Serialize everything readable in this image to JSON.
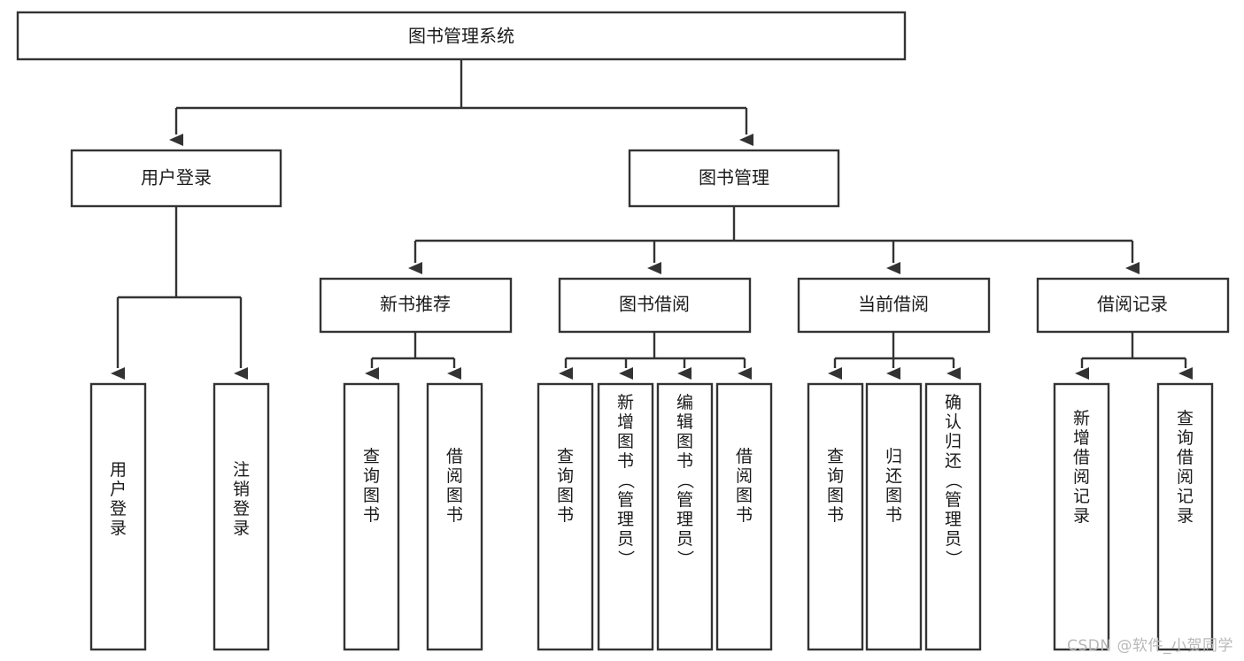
{
  "diagram": {
    "title": "图书管理系统",
    "type": "hierarchy-tree",
    "orientation": "top-down",
    "stroke_color": "#333333",
    "box_fill": "#ffffff",
    "background": "#ffffff",
    "root": {
      "label": "图书管理系统"
    },
    "level2": [
      {
        "label": "用户登录"
      },
      {
        "label": "图书管理"
      }
    ],
    "level3": [
      {
        "label": "新书推荐"
      },
      {
        "label": "图书借阅"
      },
      {
        "label": "当前借阅"
      },
      {
        "label": "借阅记录"
      }
    ],
    "leaves": {
      "user_login": [
        {
          "label": "用户登录"
        },
        {
          "label": "注销登录"
        }
      ],
      "new_book_recommend": [
        {
          "label": "查询图书"
        },
        {
          "label": "借阅图书"
        }
      ],
      "book_borrow": [
        {
          "label": "查询图书"
        },
        {
          "label": "新增图书（管理员）"
        },
        {
          "label": "编辑图书（管理员）"
        },
        {
          "label": "借阅图书"
        }
      ],
      "current_borrow": [
        {
          "label": "查询图书"
        },
        {
          "label": "归还图书"
        },
        {
          "label": "确认归还（管理员）"
        }
      ],
      "borrow_record": [
        {
          "label": "新增借阅记录"
        },
        {
          "label": "查询借阅记录"
        }
      ]
    }
  },
  "watermark": {
    "text": "CSDN @软件_小贺同学"
  },
  "chart_data": {
    "type": "table",
    "title": "图书管理系统 功能结构图",
    "nodes": [
      {
        "id": "root",
        "label": "图书管理系统",
        "level": 0,
        "parent": null
      },
      {
        "id": "n1",
        "label": "用户登录",
        "level": 1,
        "parent": "root"
      },
      {
        "id": "n2",
        "label": "图书管理",
        "level": 1,
        "parent": "root"
      },
      {
        "id": "n1-1",
        "label": "用户登录",
        "level": 2,
        "parent": "n1"
      },
      {
        "id": "n1-2",
        "label": "注销登录",
        "level": 2,
        "parent": "n1"
      },
      {
        "id": "n2-1",
        "label": "新书推荐",
        "level": 2,
        "parent": "n2"
      },
      {
        "id": "n2-2",
        "label": "图书借阅",
        "level": 2,
        "parent": "n2"
      },
      {
        "id": "n2-3",
        "label": "当前借阅",
        "level": 2,
        "parent": "n2"
      },
      {
        "id": "n2-4",
        "label": "借阅记录",
        "level": 2,
        "parent": "n2"
      },
      {
        "id": "n2-1-1",
        "label": "查询图书",
        "level": 3,
        "parent": "n2-1"
      },
      {
        "id": "n2-1-2",
        "label": "借阅图书",
        "level": 3,
        "parent": "n2-1"
      },
      {
        "id": "n2-2-1",
        "label": "查询图书",
        "level": 3,
        "parent": "n2-2"
      },
      {
        "id": "n2-2-2",
        "label": "新增图书（管理员）",
        "level": 3,
        "parent": "n2-2"
      },
      {
        "id": "n2-2-3",
        "label": "编辑图书（管理员）",
        "level": 3,
        "parent": "n2-2"
      },
      {
        "id": "n2-2-4",
        "label": "借阅图书",
        "level": 3,
        "parent": "n2-2"
      },
      {
        "id": "n2-3-1",
        "label": "查询图书",
        "level": 3,
        "parent": "n2-3"
      },
      {
        "id": "n2-3-2",
        "label": "归还图书",
        "level": 3,
        "parent": "n2-3"
      },
      {
        "id": "n2-3-3",
        "label": "确认归还（管理员）",
        "level": 3,
        "parent": "n2-3"
      },
      {
        "id": "n2-4-1",
        "label": "新增借阅记录",
        "level": 3,
        "parent": "n2-4"
      },
      {
        "id": "n2-4-2",
        "label": "查询借阅记录",
        "level": 3,
        "parent": "n2-4"
      }
    ]
  }
}
